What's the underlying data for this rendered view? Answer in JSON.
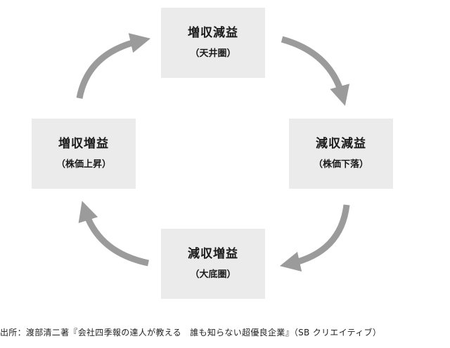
{
  "cycle": {
    "top": {
      "title": "増収減益",
      "sub": "（天井圏）"
    },
    "right": {
      "title": "減収減益",
      "sub": "（株価下落）"
    },
    "bottom": {
      "title": "減収増益",
      "sub": "（大底圏）"
    },
    "left": {
      "title": "増収増益",
      "sub": "（株価上昇）"
    }
  },
  "caption": "出所：渡部清二著『会社四季報の達人が教える　誰も知らない超優良企業』（SB クリエイティブ）",
  "colors": {
    "box_fill": "#ebebeb",
    "arrow": "#9b9b9b",
    "text": "#1a1a1a"
  }
}
